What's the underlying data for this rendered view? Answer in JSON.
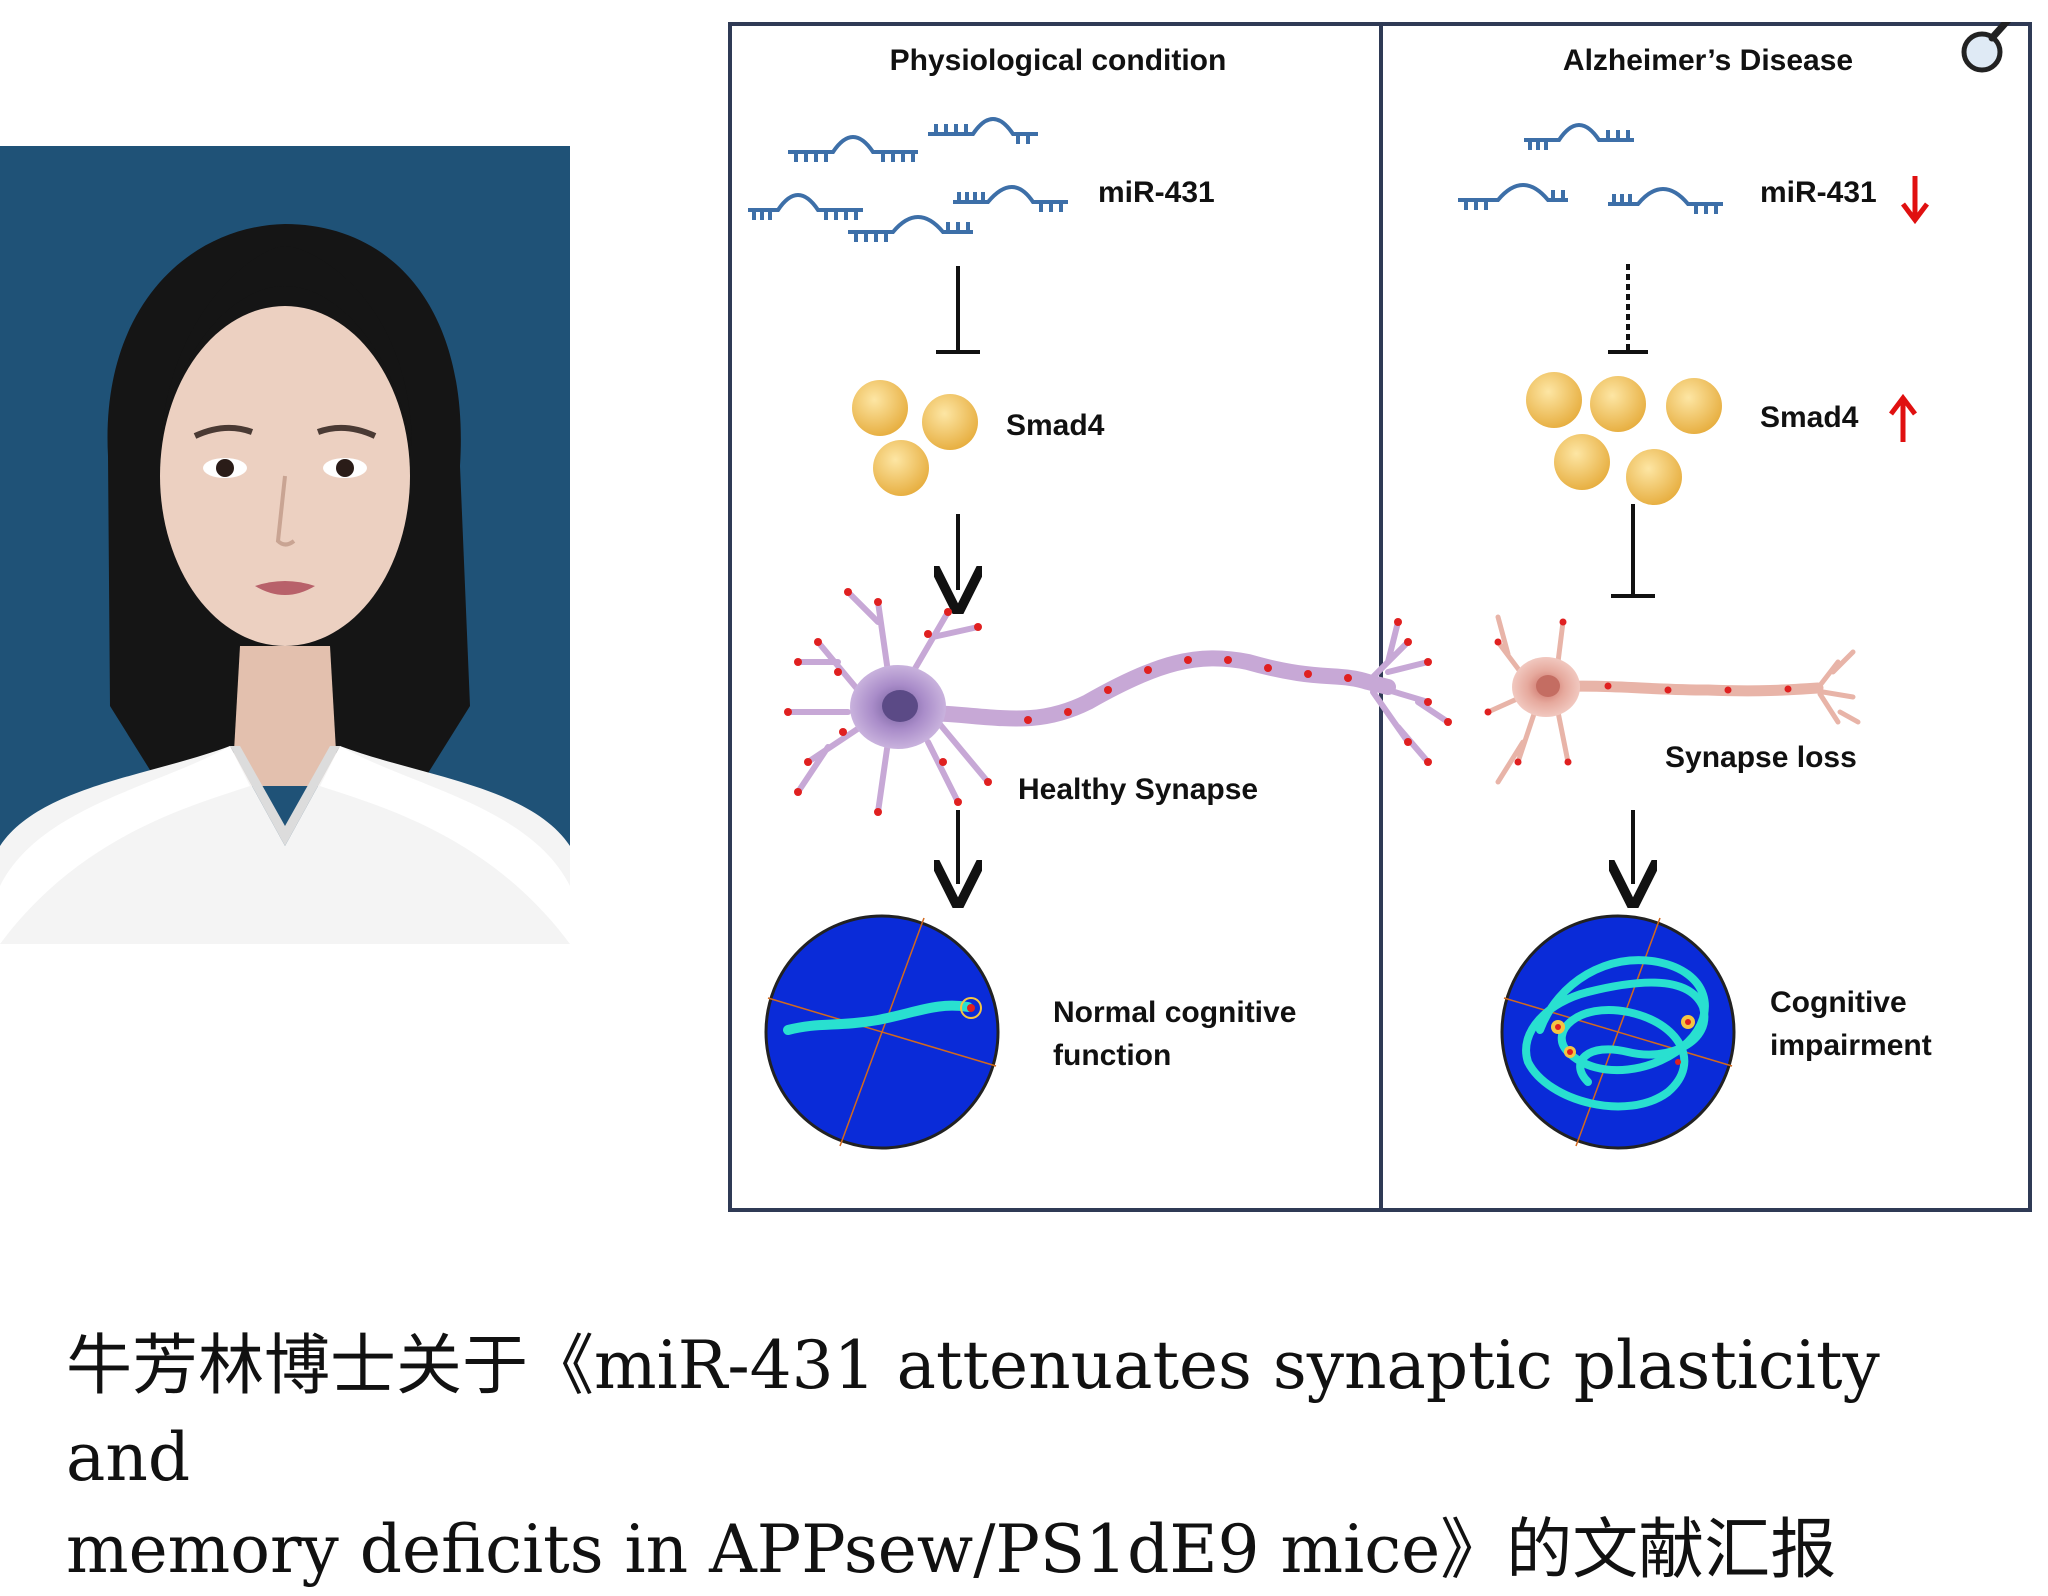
{
  "figure": {
    "left_panel": {
      "title": "Physiological condition",
      "mirna_label": "miR-431",
      "smad_label": "Smad4",
      "synapse_label": "Healthy Synapse",
      "outcome_line1": "Normal cognitive",
      "outcome_line2": "function"
    },
    "right_panel": {
      "title": "Alzheimer’s Disease",
      "mirna_label": "miR-431",
      "smad_label": "Smad4",
      "synapse_label": "Synapse loss",
      "outcome_line1": "Cognitive",
      "outcome_line2": "impairment"
    },
    "colors": {
      "frame": "#2f3a55",
      "mirna": "#3d6fa8",
      "protein": "#f2c35a",
      "healthy_neuron": "#c7a8d6",
      "ad_neuron": "#e8b4a8",
      "synapse_dot": "#e02020",
      "maze": "#0a2bd8",
      "track": "#29e0d0",
      "up_down_arrow": "#e01010"
    }
  },
  "caption": {
    "line1": "牛芳林博士关于《miR-431 attenuates synaptic plasticity and",
    "line2": "memory deficits in APPsew/PS1dE9 mice》的文献汇报"
  },
  "photo_colors": {
    "background": "#1f5277",
    "shirt": "#f4f4f4",
    "hair": "#151515",
    "skin": "#ecd0c1"
  }
}
